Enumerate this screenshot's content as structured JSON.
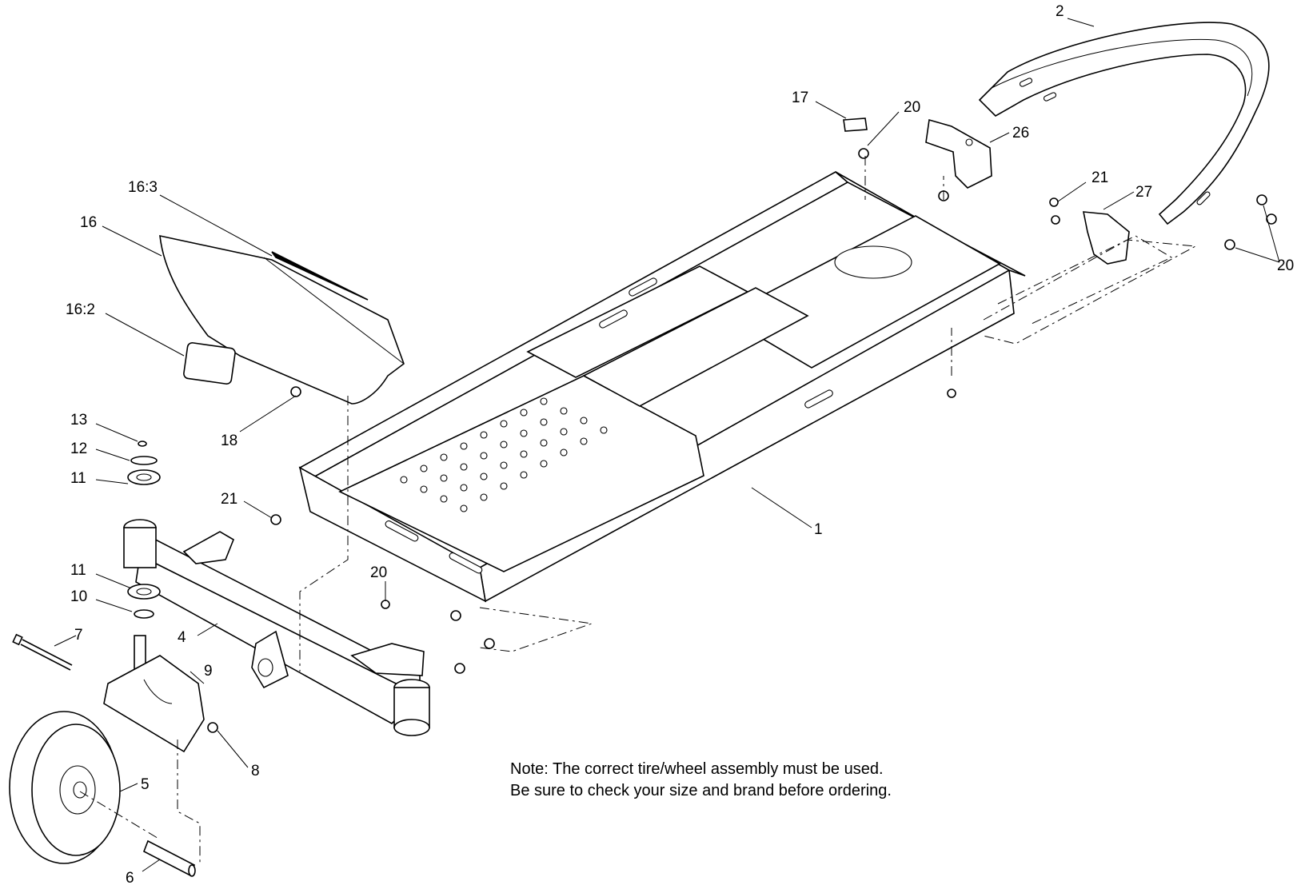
{
  "callouts": [
    {
      "id": "c-2",
      "text": "2"
    },
    {
      "id": "c-17",
      "text": "17"
    },
    {
      "id": "c-20a",
      "text": "20"
    },
    {
      "id": "c-26",
      "text": "26"
    },
    {
      "id": "c-21a",
      "text": "21"
    },
    {
      "id": "c-27",
      "text": "27"
    },
    {
      "id": "c-20b",
      "text": "20"
    },
    {
      "id": "c-16-3",
      "text": "16:3"
    },
    {
      "id": "c-16",
      "text": "16"
    },
    {
      "id": "c-16-2",
      "text": "16:2"
    },
    {
      "id": "c-18",
      "text": "18"
    },
    {
      "id": "c-13",
      "text": "13"
    },
    {
      "id": "c-12",
      "text": "12"
    },
    {
      "id": "c-11a",
      "text": "11"
    },
    {
      "id": "c-21b",
      "text": "21"
    },
    {
      "id": "c-1",
      "text": "1"
    },
    {
      "id": "c-20c",
      "text": "20"
    },
    {
      "id": "c-11b",
      "text": "11"
    },
    {
      "id": "c-10",
      "text": "10"
    },
    {
      "id": "c-7",
      "text": "7"
    },
    {
      "id": "c-4",
      "text": "4"
    },
    {
      "id": "c-9",
      "text": "9"
    },
    {
      "id": "c-8",
      "text": "8"
    },
    {
      "id": "c-5",
      "text": "5"
    },
    {
      "id": "c-6",
      "text": "6"
    }
  ],
  "note": {
    "line1": "Note: The correct tire/wheel assembly must be used.",
    "line2": "Be sure to check your size and brand before ordering."
  }
}
